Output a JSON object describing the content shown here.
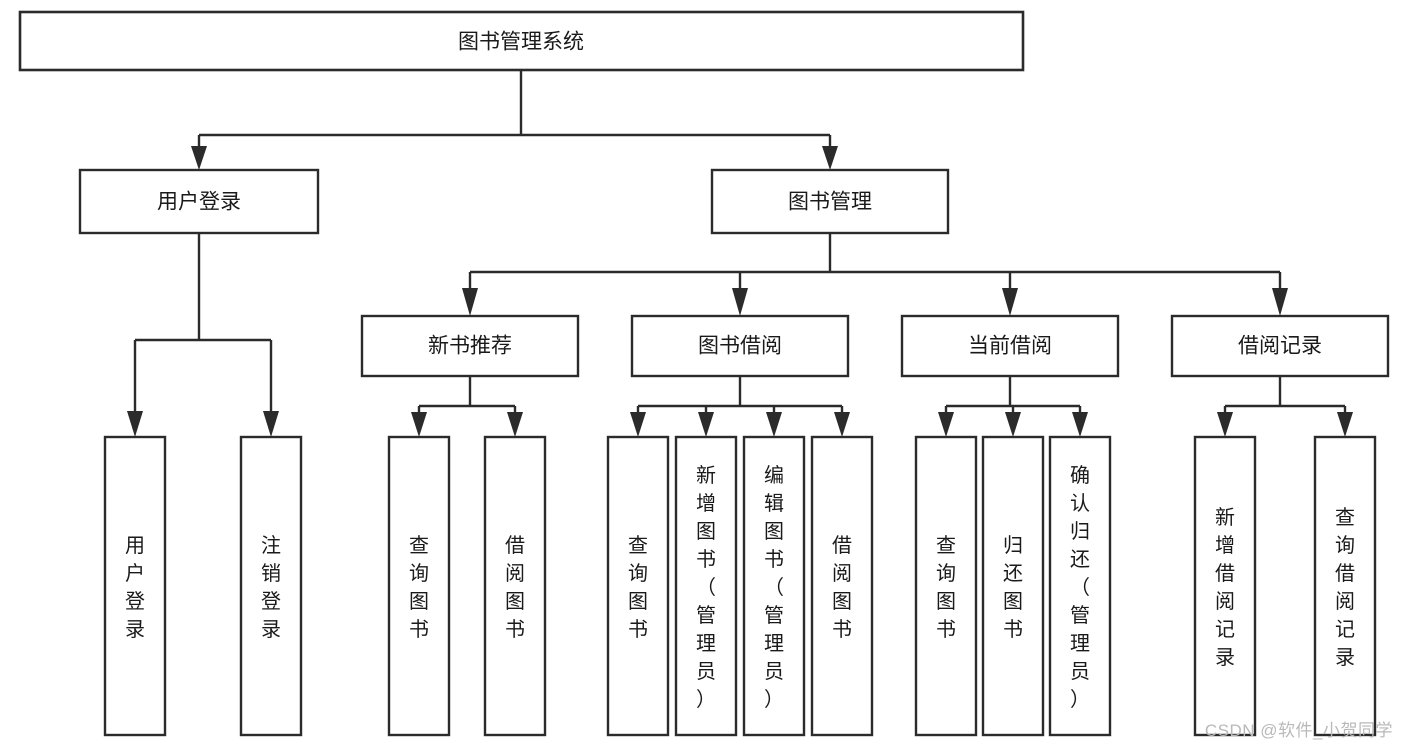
{
  "diagram": {
    "type": "tree-hierarchy",
    "title": "图书管理系统",
    "watermark": "CSDN @软件_小贺同学",
    "colors": {
      "background": "#ffffff",
      "stroke": "#2b2b2b",
      "fill": "#ffffff",
      "text": "#1a1a1a",
      "watermark": "#b9b9b9"
    },
    "levels": {
      "root": "图书管理系统",
      "level2": [
        "用户登录",
        "图书管理"
      ],
      "level3": [
        "新书推荐",
        "图书借阅",
        "当前借阅",
        "借阅记录"
      ]
    },
    "nodes": {
      "root": {
        "label": "图书管理系统",
        "orientation": "horizontal"
      },
      "user_login": {
        "label": "用户登录",
        "orientation": "horizontal"
      },
      "book_manage": {
        "label": "图书管理",
        "orientation": "horizontal"
      },
      "new_book_rec": {
        "label": "新书推荐",
        "orientation": "horizontal"
      },
      "book_borrow": {
        "label": "图书借阅",
        "orientation": "horizontal"
      },
      "current_borrow": {
        "label": "当前借阅",
        "orientation": "horizontal"
      },
      "borrow_record": {
        "label": "借阅记录",
        "orientation": "horizontal"
      },
      "leaf_user_login": {
        "label": "用户登录",
        "orientation": "vertical"
      },
      "leaf_user_logout": {
        "label": "注销登录",
        "orientation": "vertical"
      },
      "leaf_query_book_1": {
        "label": "查询图书",
        "orientation": "vertical"
      },
      "leaf_borrow_book_1": {
        "label": "借阅图书",
        "orientation": "vertical"
      },
      "leaf_query_book_2": {
        "label": "查询图书",
        "orientation": "vertical"
      },
      "leaf_add_book": {
        "label": "新增图书（管理员）",
        "orientation": "vertical"
      },
      "leaf_edit_book": {
        "label": "编辑图书（管理员）",
        "orientation": "vertical"
      },
      "leaf_borrow_book_2": {
        "label": "借阅图书",
        "orientation": "vertical"
      },
      "leaf_query_book_3": {
        "label": "查询图书",
        "orientation": "vertical"
      },
      "leaf_return_book": {
        "label": "归还图书",
        "orientation": "vertical"
      },
      "leaf_confirm_return": {
        "label": "确认归还（管理员）",
        "orientation": "vertical"
      },
      "leaf_add_record": {
        "label": "新增借阅记录",
        "orientation": "vertical"
      },
      "leaf_query_record": {
        "label": "查询借阅记录",
        "orientation": "vertical"
      }
    },
    "edges": [
      {
        "from": "root",
        "to": "user_login"
      },
      {
        "from": "root",
        "to": "book_manage"
      },
      {
        "from": "user_login",
        "to": "leaf_user_login"
      },
      {
        "from": "user_login",
        "to": "leaf_user_logout"
      },
      {
        "from": "book_manage",
        "to": "new_book_rec"
      },
      {
        "from": "book_manage",
        "to": "book_borrow"
      },
      {
        "from": "book_manage",
        "to": "current_borrow"
      },
      {
        "from": "book_manage",
        "to": "borrow_record"
      },
      {
        "from": "new_book_rec",
        "to": "leaf_query_book_1"
      },
      {
        "from": "new_book_rec",
        "to": "leaf_borrow_book_1"
      },
      {
        "from": "book_borrow",
        "to": "leaf_query_book_2"
      },
      {
        "from": "book_borrow",
        "to": "leaf_add_book"
      },
      {
        "from": "book_borrow",
        "to": "leaf_edit_book"
      },
      {
        "from": "book_borrow",
        "to": "leaf_borrow_book_2"
      },
      {
        "from": "current_borrow",
        "to": "leaf_query_book_3"
      },
      {
        "from": "current_borrow",
        "to": "leaf_return_book"
      },
      {
        "from": "current_borrow",
        "to": "leaf_confirm_return"
      },
      {
        "from": "borrow_record",
        "to": "leaf_add_record"
      },
      {
        "from": "borrow_record",
        "to": "leaf_query_record"
      }
    ]
  }
}
